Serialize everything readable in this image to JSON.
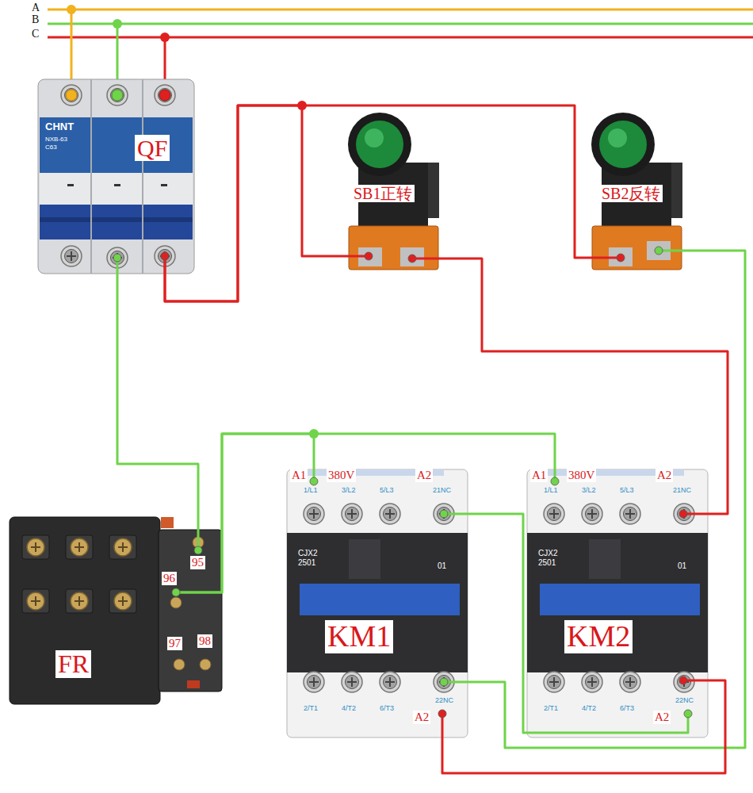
{
  "diagram": {
    "nodes": [
      {
        "text": [
          "QF"
        ]
      },
      {
        "text": [
          "SB1正转"
        ]
      },
      {
        "text": [
          "SB2反转"
        ]
      },
      {
        "text": [
          "FR"
        ]
      },
      {
        "text": [
          "KM1"
        ]
      },
      {
        "text": [
          "KM2"
        ]
      }
    ],
    "edges": [
      {
        "from": 0,
        "to": 1,
        "arrow": "none"
      },
      {
        "from": 0,
        "to": 2,
        "arrow": "none"
      },
      {
        "from": 0,
        "to": 3,
        "arrow": "none"
      },
      {
        "from": 3,
        "to": 4,
        "arrow": "none"
      },
      {
        "from": 3,
        "to": 5,
        "arrow": "none"
      },
      {
        "from": 1,
        "to": 5,
        "arrow": "none"
      },
      {
        "from": 2,
        "to": 4,
        "arrow": "none"
      },
      {
        "from": 4,
        "to": 5,
        "arrow": "none"
      },
      {
        "from": 5,
        "to": 4,
        "arrow": "none"
      }
    ],
    "labels": [
      "A",
      "B",
      "C",
      "CHNT",
      "NXB-63",
      "C63",
      "A1",
      "380V",
      "A2",
      "1/L1",
      "3/L2",
      "5/L3",
      "21NC",
      "CJX2",
      "2501",
      "01",
      "2/T1",
      "4/T2",
      "6/T3",
      "22NC",
      "A2",
      "A1",
      "380V",
      "A2",
      "1/L1",
      "3/L2",
      "5/L3",
      "21NC",
      "CJX2",
      "2501",
      "01",
      "2/T1",
      "4/T2",
      "6/T3",
      "22NC",
      "A2",
      "95",
      "96",
      "97",
      "98"
    ]
  }
}
